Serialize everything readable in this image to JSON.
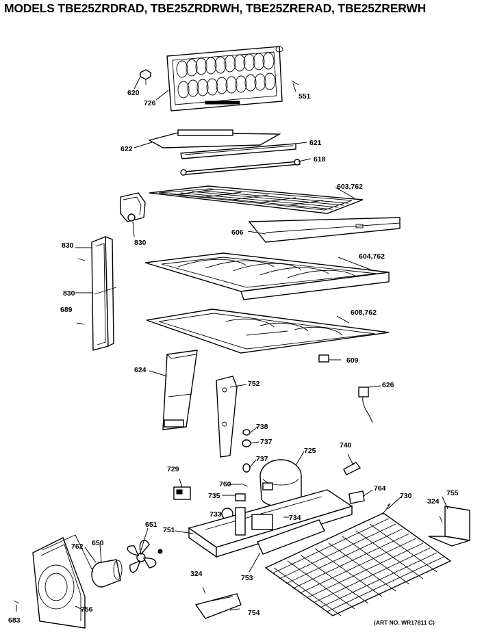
{
  "title": "MODELS TBE25ZRDRAD, TBE25ZRDRWH, TBE25ZRERAD, TBE25ZRERWH",
  "art_number": "(ART NO. WR17811 C)",
  "callouts": {
    "c620": "620",
    "c726": "726",
    "c551": "551",
    "c622": "622",
    "c621": "621",
    "c618": "618",
    "c603": "603,762",
    "c606": "606",
    "c830a": "830",
    "c830b": "830",
    "c830c": "830",
    "c689": "689",
    "c604": "604,762",
    "c608": "608,762",
    "c609": "609",
    "c624": "624",
    "c752": "752",
    "c626": "626",
    "c738": "738",
    "c737a": "737",
    "c737b": "737",
    "c725": "725",
    "c740": "740",
    "c729": "729",
    "c760": "760",
    "c735": "735",
    "c764": "764",
    "c730": "730",
    "c324a": "324",
    "c755": "755",
    "c733": "733",
    "c734": "734",
    "c751": "751",
    "c651": "651",
    "c762": "762",
    "c650": "650",
    "c753": "753",
    "c324b": "324",
    "c756": "756",
    "c754": "754",
    "c683": "683"
  }
}
